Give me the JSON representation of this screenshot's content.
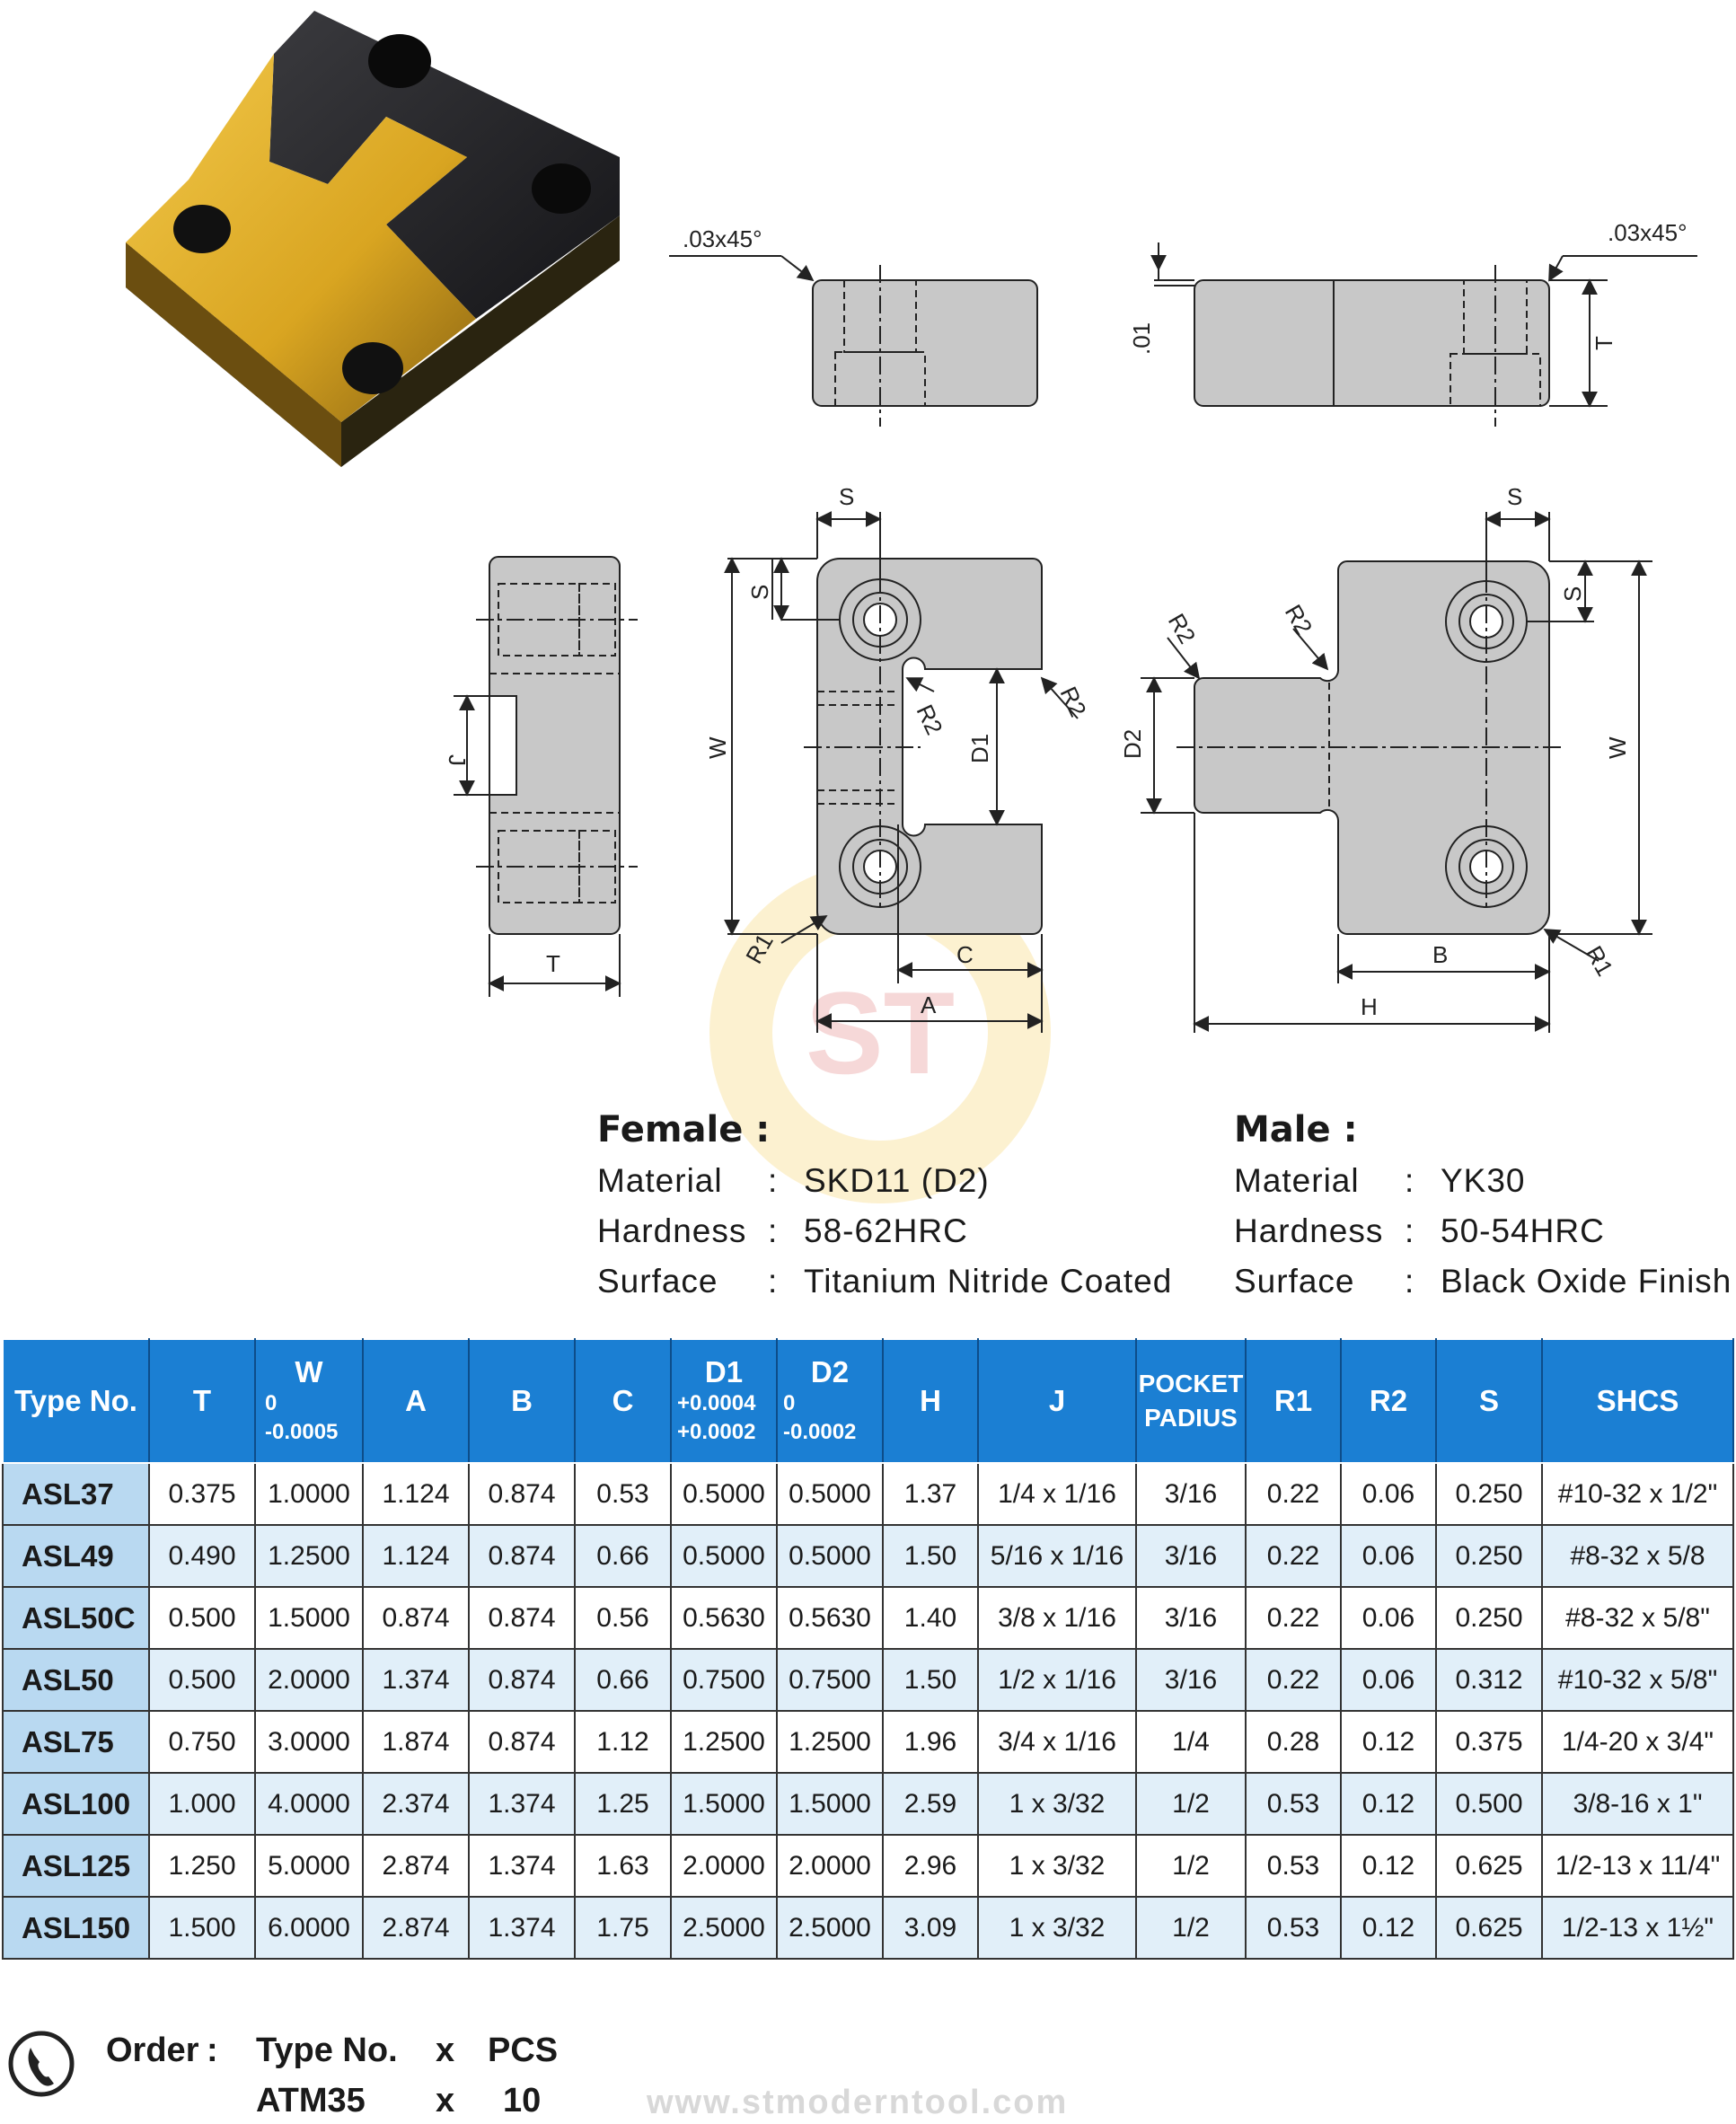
{
  "drawing_labels": {
    "chamfer": ".03x45°",
    "flatness": ".01",
    "T": "T",
    "S": "S",
    "W": "W",
    "J": "J",
    "D1": "D1",
    "D2": "D2",
    "R1": "R1",
    "R2": "R2",
    "A": "A",
    "B": "B",
    "C": "C",
    "H": "H"
  },
  "female": {
    "title": "Female :",
    "material_label": "Material",
    "material_value": "SKD11 (D2)",
    "hardness_label": "Hardness",
    "hardness_value": "58-62HRC",
    "surface_label": "Surface",
    "surface_value": "Titanium Nitride Coated"
  },
  "male": {
    "title": "Male :",
    "material_label": "Material",
    "material_value": "YK30",
    "hardness_label": "Hardness",
    "hardness_value": "50-54HRC",
    "surface_label": "Surface",
    "surface_value": "Black Oxide Finish"
  },
  "separator": ":",
  "table": {
    "headers": {
      "type": "Type No.",
      "t": "T",
      "w": "W",
      "w_tol_upper": "0",
      "w_tol_lower": "-0.0005",
      "a": "A",
      "b": "B",
      "c": "C",
      "d1": "D1",
      "d1_tol_upper": "+0.0004",
      "d1_tol_lower": "+0.0002",
      "d2": "D2",
      "d2_tol_upper": "0",
      "d2_tol_lower": "-0.0002",
      "h": "H",
      "j": "J",
      "pocket_1": "POCKET",
      "pocket_2": "PADIUS",
      "r1": "R1",
      "r2": "R2",
      "s": "S",
      "shcs": "SHCS"
    },
    "rows": [
      {
        "type": "ASL37",
        "t": "0.375",
        "w": "1.0000",
        "a": "1.124",
        "b": "0.874",
        "c": "0.53",
        "d1": "0.5000",
        "d2": "0.5000",
        "h": "1.37",
        "j": "1/4 x 1/16",
        "pocket": "3/16",
        "r1": "0.22",
        "r2": "0.06",
        "s": "0.250",
        "shcs": "#10-32 x 1/2\""
      },
      {
        "type": "ASL49",
        "t": "0.490",
        "w": "1.2500",
        "a": "1.124",
        "b": "0.874",
        "c": "0.66",
        "d1": "0.5000",
        "d2": "0.5000",
        "h": "1.50",
        "j": "5/16 x 1/16",
        "pocket": "3/16",
        "r1": "0.22",
        "r2": "0.06",
        "s": "0.250",
        "shcs": "#8-32 x 5/8"
      },
      {
        "type": "ASL50C",
        "t": "0.500",
        "w": "1.5000",
        "a": "0.874",
        "b": "0.874",
        "c": "0.56",
        "d1": "0.5630",
        "d2": "0.5630",
        "h": "1.40",
        "j": "3/8 x 1/16",
        "pocket": "3/16",
        "r1": "0.22",
        "r2": "0.06",
        "s": "0.250",
        "shcs": "#8-32 x 5/8\""
      },
      {
        "type": "ASL50",
        "t": "0.500",
        "w": "2.0000",
        "a": "1.374",
        "b": "0.874",
        "c": "0.66",
        "d1": "0.7500",
        "d2": "0.7500",
        "h": "1.50",
        "j": "1/2 x 1/16",
        "pocket": "3/16",
        "r1": "0.22",
        "r2": "0.06",
        "s": "0.312",
        "shcs": "#10-32 x 5/8\""
      },
      {
        "type": "ASL75",
        "t": "0.750",
        "w": "3.0000",
        "a": "1.874",
        "b": "0.874",
        "c": "1.12",
        "d1": "1.2500",
        "d2": "1.2500",
        "h": "1.96",
        "j": "3/4 x 1/16",
        "pocket": "1/4",
        "r1": "0.28",
        "r2": "0.12",
        "s": "0.375",
        "shcs": "1/4-20 x 3/4\""
      },
      {
        "type": "ASL100",
        "t": "1.000",
        "w": "4.0000",
        "a": "2.374",
        "b": "1.374",
        "c": "1.25",
        "d1": "1.5000",
        "d2": "1.5000",
        "h": "2.59",
        "j": "1 x 3/32",
        "pocket": "1/2",
        "r1": "0.53",
        "r2": "0.12",
        "s": "0.500",
        "shcs": "3/8-16 x 1\""
      },
      {
        "type": "ASL125",
        "t": "1.250",
        "w": "5.0000",
        "a": "2.874",
        "b": "1.374",
        "c": "1.63",
        "d1": "2.0000",
        "d2": "2.0000",
        "h": "2.96",
        "j": "1 x 3/32",
        "pocket": "1/2",
        "r1": "0.53",
        "r2": "0.12",
        "s": "0.625",
        "shcs": "1/2-13 x 11/4\""
      },
      {
        "type": "ASL150",
        "t": "1.500",
        "w": "6.0000",
        "a": "2.874",
        "b": "1.374",
        "c": "1.75",
        "d1": "2.5000",
        "d2": "2.5000",
        "h": "3.09",
        "j": "1 x 3/32",
        "pocket": "1/2",
        "r1": "0.53",
        "r2": "0.12",
        "s": "0.625",
        "shcs": "1/2-13 x 1½\""
      }
    ]
  },
  "order": {
    "label": "Order",
    "colon": ":",
    "col1_header": "Type No.",
    "x": "x",
    "col2_header": "PCS",
    "example_type": "ATM35",
    "example_qty": "10"
  },
  "website": "www.stmoderntool.com",
  "icons": {
    "phone": "phone-icon",
    "logo": "st-logo-watermark"
  },
  "colors": {
    "header_blue": "#1b7fd3",
    "type_cell": "#b9d9f1",
    "row_stripe": "#e1eff9",
    "gold": "#d9a521",
    "part_gray": "#c8c8c8"
  }
}
